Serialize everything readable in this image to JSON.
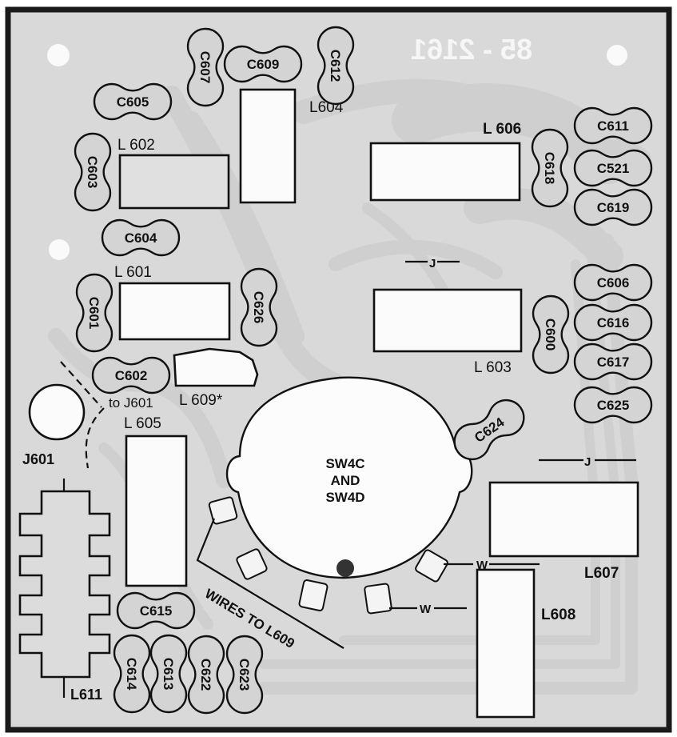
{
  "board": {
    "part_number_mirrored": "85 - 2161",
    "colors": {
      "substrate": "#d9d9d9",
      "trace": "#f8f8f8",
      "ink": "#111111",
      "frame": "#1a1a1a"
    }
  },
  "capacitors": [
    {
      "id": "C605",
      "orientation": "horizontal"
    },
    {
      "id": "C607",
      "orientation": "vertical"
    },
    {
      "id": "C609",
      "orientation": "horizontal"
    },
    {
      "id": "C612",
      "orientation": "vertical"
    },
    {
      "id": "C603",
      "orientation": "vertical"
    },
    {
      "id": "C604",
      "orientation": "horizontal"
    },
    {
      "id": "C601",
      "orientation": "vertical"
    },
    {
      "id": "C626",
      "orientation": "vertical"
    },
    {
      "id": "C602",
      "orientation": "horizontal"
    },
    {
      "id": "C611",
      "orientation": "horizontal"
    },
    {
      "id": "C521",
      "orientation": "horizontal"
    },
    {
      "id": "C619",
      "orientation": "horizontal"
    },
    {
      "id": "C618",
      "orientation": "vertical"
    },
    {
      "id": "C606",
      "orientation": "horizontal"
    },
    {
      "id": "C616",
      "orientation": "horizontal"
    },
    {
      "id": "C617",
      "orientation": "horizontal"
    },
    {
      "id": "C625",
      "orientation": "horizontal"
    },
    {
      "id": "C600",
      "orientation": "vertical"
    },
    {
      "id": "C624",
      "orientation": "diagonal"
    },
    {
      "id": "C615",
      "orientation": "horizontal"
    },
    {
      "id": "C614",
      "orientation": "vertical"
    },
    {
      "id": "C613",
      "orientation": "vertical"
    },
    {
      "id": "C622",
      "orientation": "vertical"
    },
    {
      "id": "C623",
      "orientation": "vertical"
    }
  ],
  "coils": [
    {
      "id": "L602",
      "label": "L 602"
    },
    {
      "id": "L604",
      "label": "L604"
    },
    {
      "id": "L606",
      "label": "L 606"
    },
    {
      "id": "L601",
      "label": "L 601"
    },
    {
      "id": "L603",
      "label": "L 603"
    },
    {
      "id": "L605",
      "label": "L 605"
    },
    {
      "id": "L607",
      "label": "L607"
    },
    {
      "id": "L608",
      "label": "L608"
    },
    {
      "id": "L609",
      "label": "L 609*"
    },
    {
      "id": "L611",
      "label": "L611"
    }
  ],
  "jack": {
    "id": "J601",
    "label": "J601",
    "to_label": "to J601"
  },
  "switch": {
    "lines": [
      "SW4C",
      "AND",
      "SW4D"
    ]
  },
  "annotations": {
    "wires_to": "WIRES TO L609",
    "wire_marker": "W",
    "jumper_marker": "J"
  }
}
